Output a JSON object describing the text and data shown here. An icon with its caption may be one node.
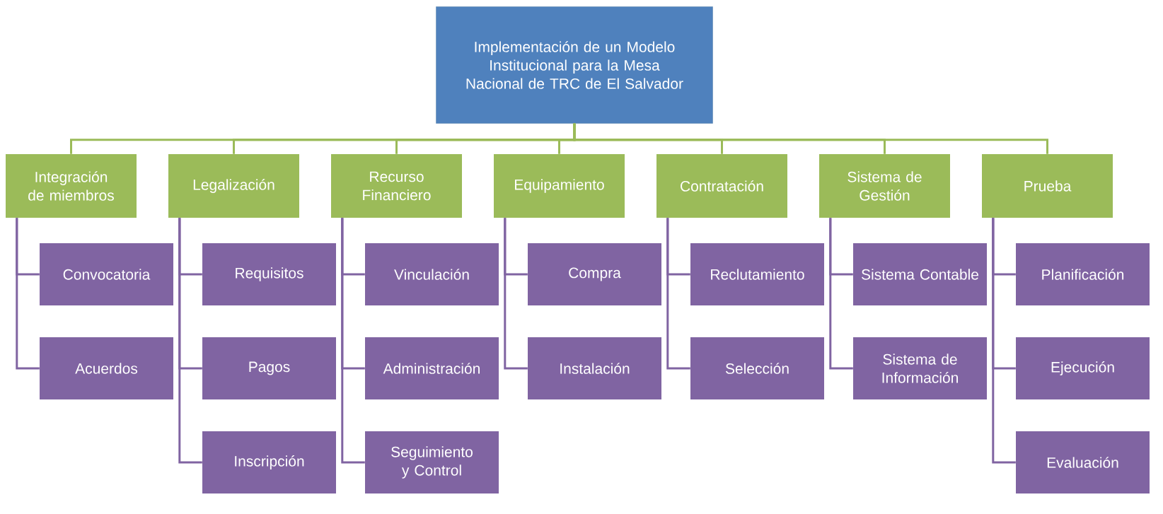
{
  "diagram": {
    "nodes": [
      {
        "text": [
          "Implementación de un Modelo Institucional para la Mesa Nacional de TRC de El Salvador"
        ]
      },
      {
        "text": [
          "Integración de miembros"
        ]
      },
      {
        "text": [
          "Legalización"
        ]
      },
      {
        "text": [
          "Recurso Financiero"
        ]
      },
      {
        "text": [
          "Equipamiento"
        ]
      },
      {
        "text": [
          "Contratación"
        ]
      },
      {
        "text": [
          "Sistema de Gestión"
        ]
      },
      {
        "text": [
          "Prueba"
        ]
      },
      {
        "text": [
          "Convocatoria"
        ]
      },
      {
        "text": [
          "Acuerdos"
        ]
      },
      {
        "text": [
          "Requisitos"
        ]
      },
      {
        "text": [
          "Pagos"
        ]
      },
      {
        "text": [
          "Inscripción"
        ]
      },
      {
        "text": [
          "Vinculación"
        ]
      },
      {
        "text": [
          "Administración"
        ]
      },
      {
        "text": [
          "Seguimiento y Control"
        ]
      },
      {
        "text": [
          "Compra"
        ]
      },
      {
        "text": [
          "Instalación"
        ]
      },
      {
        "text": [
          "Reclutamiento"
        ]
      },
      {
        "text": [
          "Selección"
        ]
      },
      {
        "text": [
          "Sistema Contable"
        ]
      },
      {
        "text": [
          "Sistema de Información"
        ]
      },
      {
        "text": [
          "Planificación"
        ]
      },
      {
        "text": [
          "Ejecución"
        ]
      },
      {
        "text": [
          "Evaluación"
        ]
      }
    ],
    "edges": [
      {
        "from": 0,
        "to": 1,
        "arrow": "none",
        "color": "#9bbb59"
      },
      {
        "from": 0,
        "to": 2,
        "arrow": "none",
        "color": "#9bbb59"
      },
      {
        "from": 0,
        "to": 3,
        "arrow": "none",
        "color": "#9bbb59"
      },
      {
        "from": 0,
        "to": 4,
        "arrow": "none",
        "color": "#9bbb59"
      },
      {
        "from": 0,
        "to": 5,
        "arrow": "none",
        "color": "#9bbb59"
      },
      {
        "from": 0,
        "to": 6,
        "arrow": "none",
        "color": "#9bbb59"
      },
      {
        "from": 0,
        "to": 7,
        "arrow": "none",
        "color": "#9bbb59"
      },
      {
        "from": 1,
        "to": 8,
        "arrow": "none"
      },
      {
        "from": 1,
        "to": 9,
        "arrow": "none"
      },
      {
        "from": 2,
        "to": 10,
        "arrow": "none"
      },
      {
        "from": 2,
        "to": 11,
        "arrow": "none"
      },
      {
        "from": 2,
        "to": 12,
        "arrow": "none"
      },
      {
        "from": 3,
        "to": 13,
        "arrow": "none"
      },
      {
        "from": 3,
        "to": 14,
        "arrow": "none"
      },
      {
        "from": 3,
        "to": 15,
        "arrow": "none"
      },
      {
        "from": 4,
        "to": 16,
        "arrow": "none"
      },
      {
        "from": 4,
        "to": 17,
        "arrow": "none"
      },
      {
        "from": 5,
        "to": 18,
        "arrow": "none"
      },
      {
        "from": 5,
        "to": 19,
        "arrow": "none"
      },
      {
        "from": 6,
        "to": 20,
        "arrow": "none"
      },
      {
        "from": 6,
        "to": 21,
        "arrow": "none"
      },
      {
        "from": 7,
        "to": 22,
        "arrow": "none"
      },
      {
        "from": 7,
        "to": 23,
        "arrow": "none"
      },
      {
        "from": 7,
        "to": 24,
        "arrow": "none"
      }
    ]
  }
}
